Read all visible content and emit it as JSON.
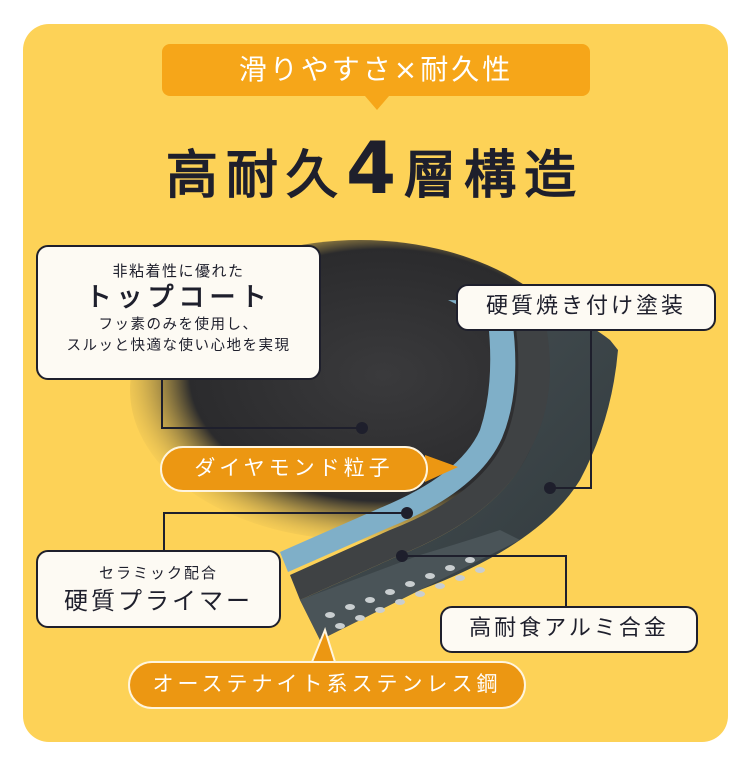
{
  "header": {
    "badge": "滑りやすさ×耐久性",
    "title_pre": "高耐久",
    "title_num": "4",
    "title_post": "層構造"
  },
  "labels": {
    "topcoat": {
      "sub": "非粘着性に優れた",
      "main": "トップコート",
      "desc_line1": "フッ素のみを使用し、",
      "desc_line2": "スルッと快適な使い心地を実現"
    },
    "bake_coat": "硬質焼き付け塗装",
    "diamond": "ダイヤモンド粒子",
    "primer": {
      "sub": "セラミック配合",
      "main": "硬質プライマー"
    },
    "aluminum": "高耐食アルミ合金",
    "stainless": "オーステナイト系ステンレス鋼"
  },
  "colors": {
    "background": "#FDD257",
    "accent_orange": "#F6A619",
    "pill_orange": "#EC9712",
    "text_dark": "#1e1f2c",
    "box_fill": "#FDFAF3",
    "layer_blue": "#7FAFC8"
  }
}
